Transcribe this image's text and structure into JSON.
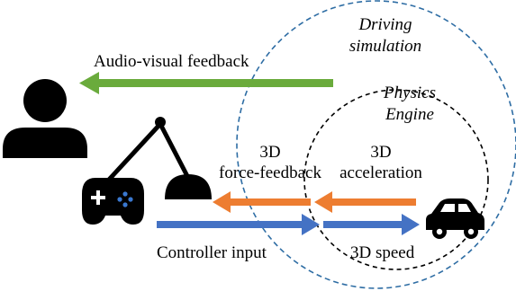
{
  "labels": {
    "driving_simulation_line1": "Driving",
    "driving_simulation_line2": "simulation",
    "physics_engine_line1": "Physics",
    "physics_engine_line2": "Engine",
    "audio_visual_feedback": "Audio-visual feedback",
    "force_feedback_line1": "3D",
    "force_feedback_line2": "force-feedback",
    "acceleration_line1": "3D",
    "acceleration_line2": "acceleration",
    "controller_input": "Controller input",
    "speed": "3D speed"
  },
  "colors": {
    "feedback_arrow": "#6aab3c",
    "force_arrow": "#ed7d31",
    "input_arrow": "#4472c4",
    "outer_ellipse": "#2e6da4",
    "inner_ellipse": "#000000",
    "icons": "#000000"
  },
  "icons": [
    "user-icon",
    "haptic-arm-icon",
    "gamepad-icon",
    "car-icon"
  ]
}
